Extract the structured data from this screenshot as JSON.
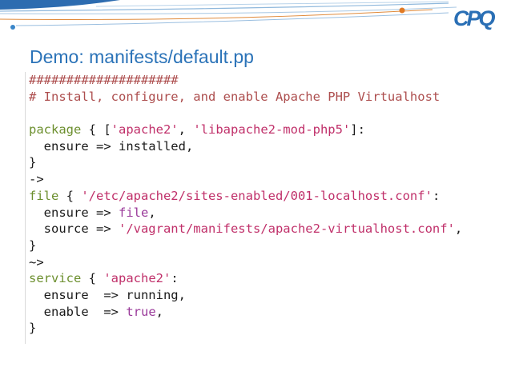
{
  "slide": {
    "title": "Demo: manifests/default.pp",
    "logo_text": "CPQ"
  },
  "colors": {
    "title": "#2b73b8",
    "comment": "#ad4e4e",
    "keyword": "#6c8f2e",
    "string": "#c0306a",
    "value": "#9a3a9a"
  },
  "code": {
    "lines": [
      [
        {
          "t": "####################",
          "c": "comment"
        }
      ],
      [
        {
          "t": "# Install, configure, and enable Apache PHP Virtualhost",
          "c": "comment"
        }
      ],
      [],
      [
        {
          "t": "package",
          "c": "kw"
        },
        {
          "t": " { [",
          "c": "plain"
        },
        {
          "t": "'apache2'",
          "c": "str"
        },
        {
          "t": ", ",
          "c": "plain"
        },
        {
          "t": "'libapache2-mod-php5'",
          "c": "str"
        },
        {
          "t": "]:",
          "c": "plain"
        }
      ],
      [
        {
          "t": "  ensure => installed,",
          "c": "plain"
        }
      ],
      [
        {
          "t": "}",
          "c": "plain"
        }
      ],
      [
        {
          "t": "->",
          "c": "plain"
        }
      ],
      [
        {
          "t": "file",
          "c": "kw"
        },
        {
          "t": " { ",
          "c": "plain"
        },
        {
          "t": "'/etc/apache2/sites-enabled/001-localhost.conf'",
          "c": "str"
        },
        {
          "t": ":",
          "c": "plain"
        }
      ],
      [
        {
          "t": "  ensure => ",
          "c": "plain"
        },
        {
          "t": "file",
          "c": "val"
        },
        {
          "t": ",",
          "c": "plain"
        }
      ],
      [
        {
          "t": "  source => ",
          "c": "plain"
        },
        {
          "t": "'/vagrant/manifests/apache2-virtualhost.conf'",
          "c": "str"
        },
        {
          "t": ",",
          "c": "plain"
        }
      ],
      [
        {
          "t": "}",
          "c": "plain"
        }
      ],
      [
        {
          "t": "~>",
          "c": "plain"
        }
      ],
      [
        {
          "t": "service",
          "c": "kw"
        },
        {
          "t": " { ",
          "c": "plain"
        },
        {
          "t": "'apache2'",
          "c": "str"
        },
        {
          "t": ":",
          "c": "plain"
        }
      ],
      [
        {
          "t": "  ensure  => running,",
          "c": "plain"
        }
      ],
      [
        {
          "t": "  enable  => ",
          "c": "plain"
        },
        {
          "t": "true",
          "c": "val"
        },
        {
          "t": ",",
          "c": "plain"
        }
      ],
      [
        {
          "t": "}",
          "c": "plain"
        }
      ]
    ]
  }
}
